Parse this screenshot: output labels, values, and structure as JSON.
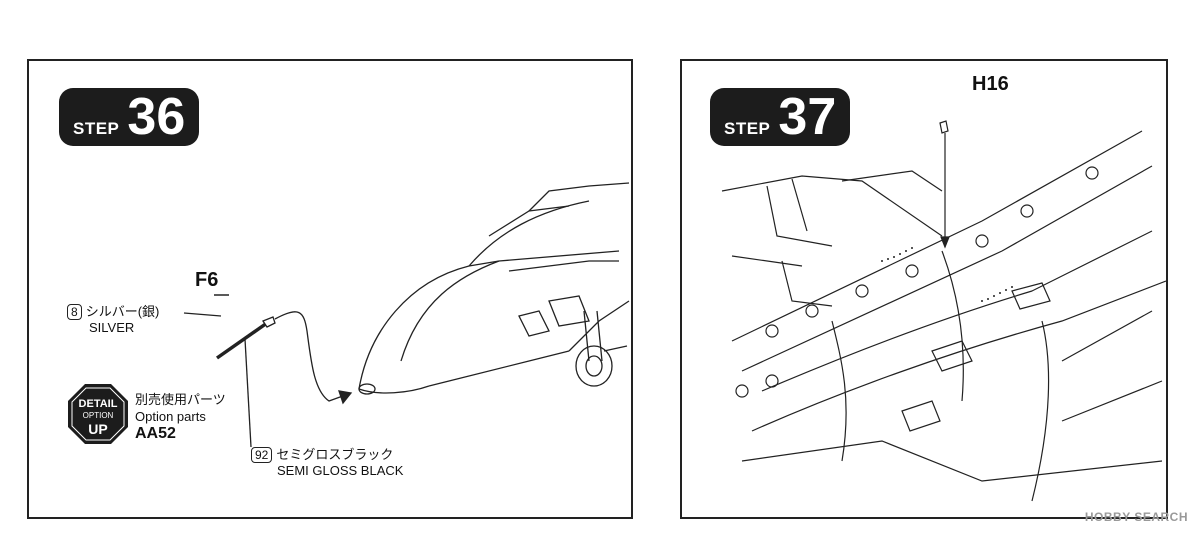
{
  "step36": {
    "step_word": "STEP",
    "step_number": "36",
    "part_id": "F6",
    "color1": {
      "number": "8",
      "jp": "シルバー(銀)",
      "en": "SILVER"
    },
    "color2": {
      "number": "92",
      "jp": "セミグロスブラック",
      "en": "SEMI GLOSS BLACK"
    },
    "detail_badge": {
      "line1": "DETAIL",
      "line2": "OPTION",
      "line3": "UP"
    },
    "option": {
      "jp": "別売使用パーツ",
      "en": "Option parts",
      "code": "AA52"
    }
  },
  "step37": {
    "step_word": "STEP",
    "step_number": "37",
    "part_id": "H16"
  },
  "watermark": "HOBBY SEARCH"
}
